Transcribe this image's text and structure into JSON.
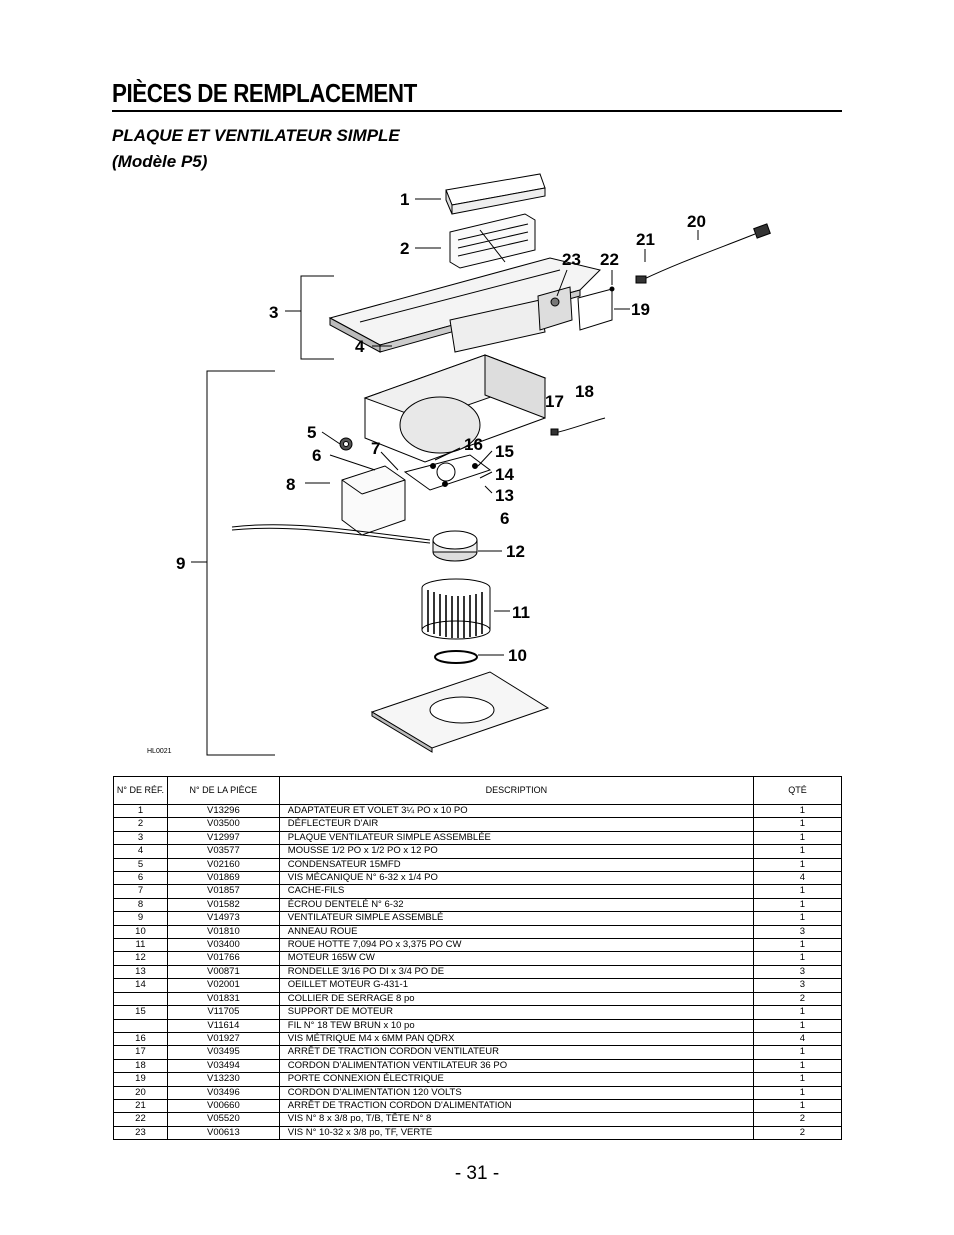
{
  "page": {
    "title": "PIÈCES DE REMPLACEMENT",
    "subtitle": "PLAQUE ET VENTILATEUR SIMPLE",
    "model": "(Modèle P5)",
    "page_number": "- 31 -"
  },
  "diagram": {
    "code": "HL0021",
    "callouts": [
      "1",
      "2",
      "3",
      "4",
      "5",
      "6",
      "7",
      "8",
      "9",
      "10",
      "11",
      "12",
      "13",
      "14",
      "15",
      "16",
      "17",
      "18",
      "19",
      "20",
      "21",
      "22",
      "23",
      "6"
    ]
  },
  "table": {
    "headers": [
      "N° DE RÉF.",
      "N° DE LA PIÈCE",
      "DESCRIPTION",
      "QTÉ"
    ],
    "rows": [
      {
        "ref": "1",
        "part": "V13296",
        "desc": "ADAPTATEUR ET VOLET 3¼ PO x 10 PO",
        "qty": "1"
      },
      {
        "ref": "2",
        "part": "V03500",
        "desc": "DÉFLECTEUR D'AIR",
        "qty": "1"
      },
      {
        "ref": "3",
        "part": "V12997",
        "desc": "PLAQUE VENTILATEUR SIMPLE ASSEMBLÉE",
        "qty": "1"
      },
      {
        "ref": "4",
        "part": "V03577",
        "desc": "MOUSSE 1/2 PO x 1/2 PO x 12 PO",
        "qty": "1"
      },
      {
        "ref": "5",
        "part": "V02160",
        "desc": "CONDENSATEUR 15MFD",
        "qty": "1"
      },
      {
        "ref": "6",
        "part": "V01869",
        "desc": "VIS MÉCANIQUE  N° 6-32 x 1/4 PO",
        "qty": "4"
      },
      {
        "ref": "7",
        "part": "V01857",
        "desc": "CACHE-FILS",
        "qty": "1"
      },
      {
        "ref": "8",
        "part": "V01582",
        "desc": "ÉCROU DENTELÉ N° 6-32",
        "qty": "1"
      },
      {
        "ref": "9",
        "part": "V14973",
        "desc": "VENTILATEUR SIMPLE ASSEMBLÉ",
        "qty": "1"
      },
      {
        "ref": "10",
        "part": "V01810",
        "desc": "ANNEAU ROUE",
        "qty": "3"
      },
      {
        "ref": "11",
        "part": "V03400",
        "desc": "ROUE HOTTE 7,094 PO x 3,375 PO CW",
        "qty": "1"
      },
      {
        "ref": "12",
        "part": "V01766",
        "desc": "MOTEUR 165W CW",
        "qty": "1"
      },
      {
        "ref": "13",
        "part": "V00871",
        "desc": "RONDELLE 3/16 PO DI x 3/4 PO DE",
        "qty": "3"
      },
      {
        "ref": "14",
        "part": "V02001",
        "desc": "OEILLET MOTEUR G-431-1",
        "qty": "3"
      },
      {
        "ref": "",
        "part": "V01831",
        "desc": "COLLIER DE SERRAGE 8 po",
        "qty": "2"
      },
      {
        "ref": "15",
        "part": "V11705",
        "desc": "SUPPORT DE MOTEUR",
        "qty": "1"
      },
      {
        "ref": "",
        "part": "V11614",
        "desc": "FIL N° 18 TEW BRUN x 10 po",
        "qty": "1"
      },
      {
        "ref": "16",
        "part": "V01927",
        "desc": "VIS MÉTRIQUE M4 x 6MM PAN QDRX",
        "qty": "4"
      },
      {
        "ref": "17",
        "part": "V03495",
        "desc": "ARRÊT DE TRACTION CORDON VENTILATEUR",
        "qty": "1"
      },
      {
        "ref": "18",
        "part": "V03494",
        "desc": "CORDON D'ALIMENTATION VENTILATEUR 36 PO",
        "qty": "1"
      },
      {
        "ref": "19",
        "part": "V13230",
        "desc": "PORTE CONNEXION ÉLECTRIQUE",
        "qty": "1"
      },
      {
        "ref": "20",
        "part": "V03496",
        "desc": "CORDON D'ALIMENTATION 120 VOLTS",
        "qty": "1"
      },
      {
        "ref": "21",
        "part": "V00660",
        "desc": "ARRÊT DE TRACTION CORDON D'ALIMENTATION",
        "qty": "1"
      },
      {
        "ref": "22",
        "part": "V05520",
        "desc": "VIS N° 8 x 3/8 po, T/B, TÊTE N° 8",
        "qty": "2"
      },
      {
        "ref": "23",
        "part": "V00613",
        "desc": "VIS N° 10-32 x 3/8 po, TF, VERTE",
        "qty": "2"
      }
    ]
  }
}
